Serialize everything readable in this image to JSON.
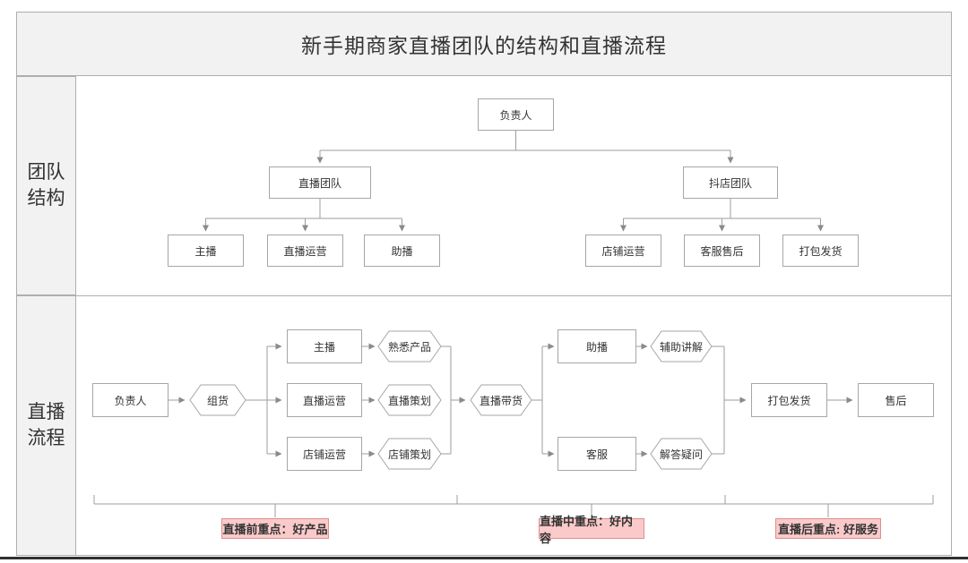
{
  "title": "新手期商家直播团队的结构和直播流程",
  "rows": {
    "team": {
      "label_line1": "团队",
      "label_line2": "结构"
    },
    "flow": {
      "label_line1": "直播",
      "label_line2": "流程"
    }
  },
  "org": {
    "root": "负责人",
    "live_team": "直播团队",
    "store_team": "抖店团队",
    "host": "主播",
    "live_ops": "直播运营",
    "assistant": "助播",
    "store_ops": "店铺运营",
    "cs_aftersale": "客服售后",
    "packing": "打包发货"
  },
  "flow": {
    "leader": "负责人",
    "sourcing": "组货",
    "host": "主播",
    "live_ops": "直播运营",
    "store_ops": "店铺运营",
    "familiarize": "熟悉产品",
    "live_plan": "直播策划",
    "store_plan": "店铺策划",
    "live_selling": "直播带货",
    "assistant": "助播",
    "cs": "客服",
    "assist_explain": "辅助讲解",
    "answer": "解答疑问",
    "packing": "打包发货",
    "aftersale": "售后"
  },
  "notes": {
    "pre": "直播前重点：好产品",
    "mid": "直播中重点：好内容",
    "post": "直播后重点: 好服务"
  },
  "colors": {
    "band_bg": "#f2f2f2",
    "box_border": "#a6a6a6",
    "line": "#9d9d9d",
    "note_bg": "#facaca",
    "note_border": "#dc8f8f"
  }
}
